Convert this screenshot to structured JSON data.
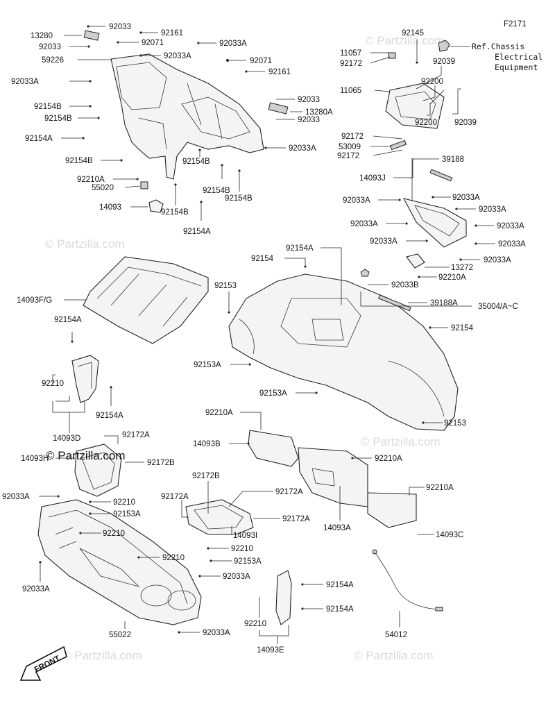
{
  "figure_code": "F2171",
  "ref_note": [
    "Ref.Chassis",
    "Electrical",
    "Equipment"
  ],
  "front_label": "FRONT",
  "watermark": "© Partzilla.com",
  "brand_overlay": "© Partzilla.com",
  "callouts": {
    "c1": "92033",
    "c2": "13280",
    "c3": "92161",
    "c4": "92033",
    "c5": "92071",
    "c6": "92033A",
    "c7": "92033A",
    "c8": "59226",
    "c9": "92071",
    "c10": "92161",
    "c11": "92033A",
    "c12": "92154B",
    "c13": "92154B",
    "c14": "92154A",
    "c15": "92154B",
    "c16": "92210A",
    "c17": "55020",
    "c18": "14093",
    "c19": "92154B",
    "c20": "92154B",
    "c21": "92154B",
    "c22": "92154A",
    "c23": "92033",
    "c24": "13280A",
    "c25": "92033",
    "c26": "92033A",
    "c27": "92145",
    "c28": "11057",
    "c29": "92172",
    "c30": "92039",
    "c31": "92200",
    "c32": "11065",
    "c33": "92200",
    "c34": "92039",
    "c35": "92172",
    "c36": "53009",
    "c37": "92172",
    "c38": "39188",
    "c39": "14093J",
    "c40": "92033A",
    "c41": "92033A",
    "c42": "92033A",
    "c43": "92033A",
    "c44": "92033A",
    "c45": "92033A",
    "c46": "92033A",
    "c47": "13272",
    "c48": "92210A",
    "c49": "92154A",
    "c50": "92154",
    "c51": "92153",
    "c52": "14093F/G",
    "c53": "92033B",
    "c54": "39188A",
    "c55": "35004/A~C",
    "c56": "92154A",
    "c57": "92154",
    "c58": "92153A",
    "c59": "92210",
    "c60": "92154A",
    "c61": "92153A",
    "c62": "14093D",
    "c63": "92172A",
    "c64": "14093H",
    "c65": "92172B",
    "c66": "92153",
    "c67": "92210A",
    "c68": "14093B",
    "c69": "92210A",
    "c70": "92210A",
    "c71": "92033A",
    "c72": "92210",
    "c73": "92153A",
    "c74": "92172B",
    "c75": "92172A",
    "c76": "92172A",
    "c77": "92172A",
    "c78": "14093I",
    "c79": "14093A",
    "c80": "14093C",
    "c81": "92210",
    "c82": "92210",
    "c83": "92210",
    "c84": "92153A",
    "c85": "92033A",
    "c86": "92033A",
    "c87": "92154A",
    "c88": "92154A",
    "c89": "92210",
    "c90": "54012",
    "c91": "92033A",
    "c92": "55022",
    "c93": "14093E"
  }
}
